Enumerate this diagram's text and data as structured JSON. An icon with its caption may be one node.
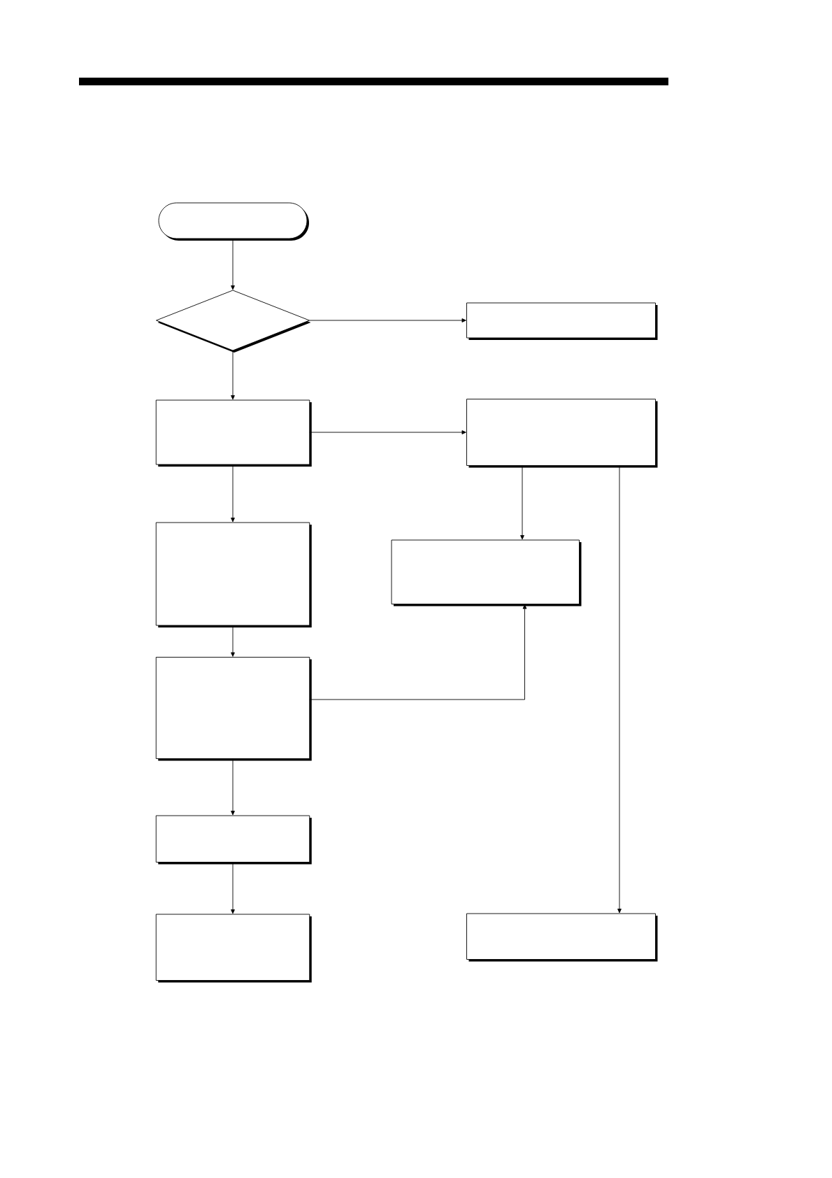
{
  "diagram": {
    "nodes": [
      {
        "text": [],
        "shape": "stadium"
      },
      {
        "text": [],
        "shape": "diamond"
      },
      {
        "text": [],
        "shape": "box"
      },
      {
        "text": [],
        "shape": "box"
      },
      {
        "text": [],
        "shape": "box"
      },
      {
        "text": [],
        "shape": "box"
      },
      {
        "text": [],
        "shape": "box"
      },
      {
        "text": [],
        "shape": "box"
      },
      {
        "text": [],
        "shape": "box"
      },
      {
        "text": [],
        "shape": "box"
      },
      {
        "text": [],
        "shape": "box"
      }
    ],
    "edges": [
      {
        "from": 0,
        "to": 1,
        "arrow": "to"
      },
      {
        "from": 1,
        "to": 2,
        "arrow": "to"
      },
      {
        "from": 1,
        "to": 3,
        "arrow": "to"
      },
      {
        "from": 3,
        "to": 4,
        "arrow": "to"
      },
      {
        "from": 4,
        "to": 6,
        "arrow": "to"
      },
      {
        "from": 4,
        "to": 10,
        "arrow": "to"
      },
      {
        "from": 3,
        "to": 5,
        "arrow": "to"
      },
      {
        "from": 5,
        "to": 7,
        "arrow": "to"
      },
      {
        "from": 7,
        "to": 6,
        "arrow": "to"
      },
      {
        "from": 7,
        "to": 8,
        "arrow": "to"
      },
      {
        "from": 8,
        "to": 9,
        "arrow": "to"
      }
    ]
  }
}
